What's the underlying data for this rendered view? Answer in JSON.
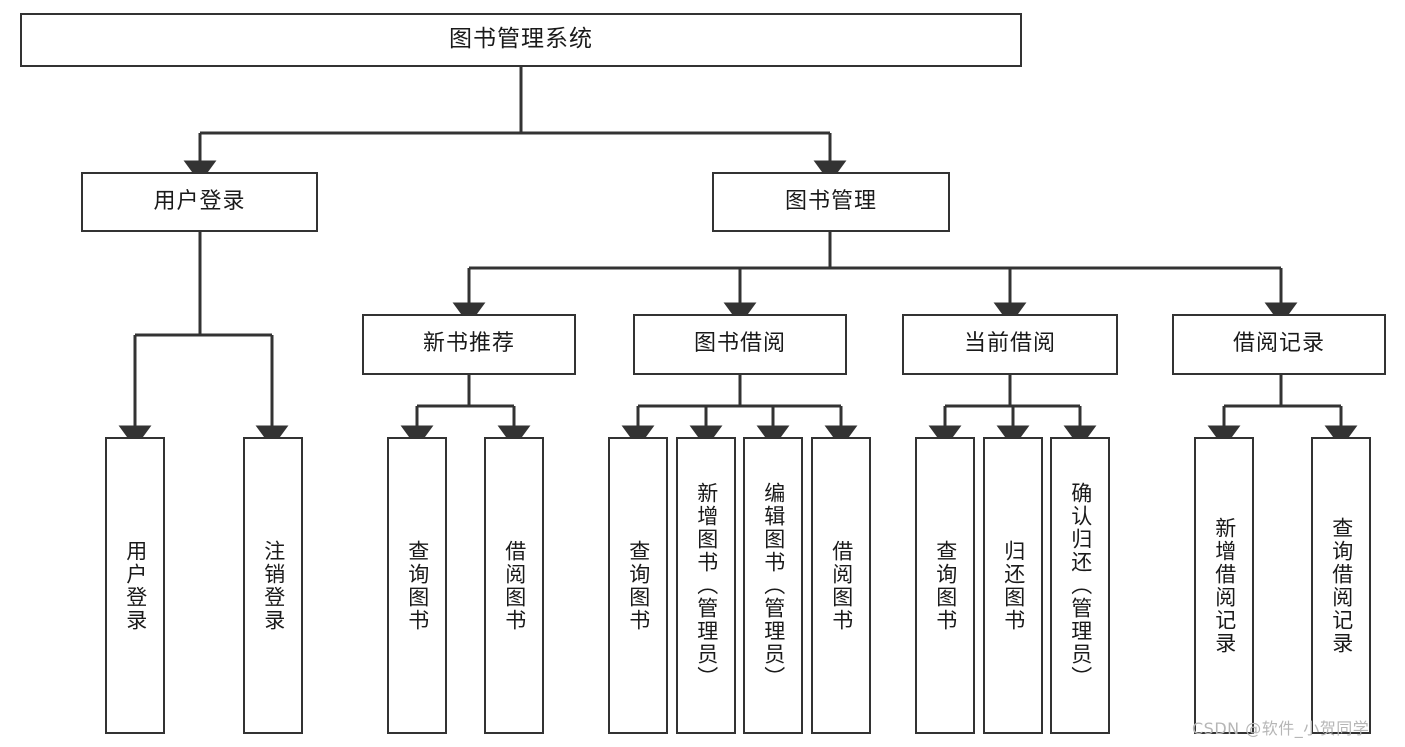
{
  "diagram": {
    "title": "图书管理系统",
    "type": "tree-hierarchy-chart",
    "colors": {
      "background": "#ffffff",
      "box_border": "#333333",
      "box_fill": "#ffffff",
      "text": "#1a1a1a",
      "connector": "#333333",
      "watermark": "#b6b6b6"
    },
    "nodes": {
      "root": {
        "label": "图书管理系统"
      },
      "level2": [
        {
          "label": "用户登录"
        },
        {
          "label": "图书管理"
        }
      ],
      "level3": [
        {
          "label": "新书推荐"
        },
        {
          "label": "图书借阅"
        },
        {
          "label": "当前借阅"
        },
        {
          "label": "借阅记录"
        }
      ],
      "leaves": {
        "user_login": [
          {
            "label": "用户登录"
          },
          {
            "label": "注销登录"
          }
        ],
        "new_book_recommend": [
          {
            "label": "查询图书"
          },
          {
            "label": "借阅图书"
          }
        ],
        "book_borrow": [
          {
            "label": "查询图书"
          },
          {
            "label": "新增图书（管理员）"
          },
          {
            "label": "编辑图书（管理员）"
          },
          {
            "label": "借阅图书"
          }
        ],
        "current_borrow": [
          {
            "label": "查询图书"
          },
          {
            "label": "归还图书"
          },
          {
            "label": "确认归还（管理员）"
          }
        ],
        "borrow_record": [
          {
            "label": "新增借阅记录"
          },
          {
            "label": "查询借阅记录"
          }
        ]
      }
    },
    "watermark": "CSDN @软件_小贺同学"
  }
}
